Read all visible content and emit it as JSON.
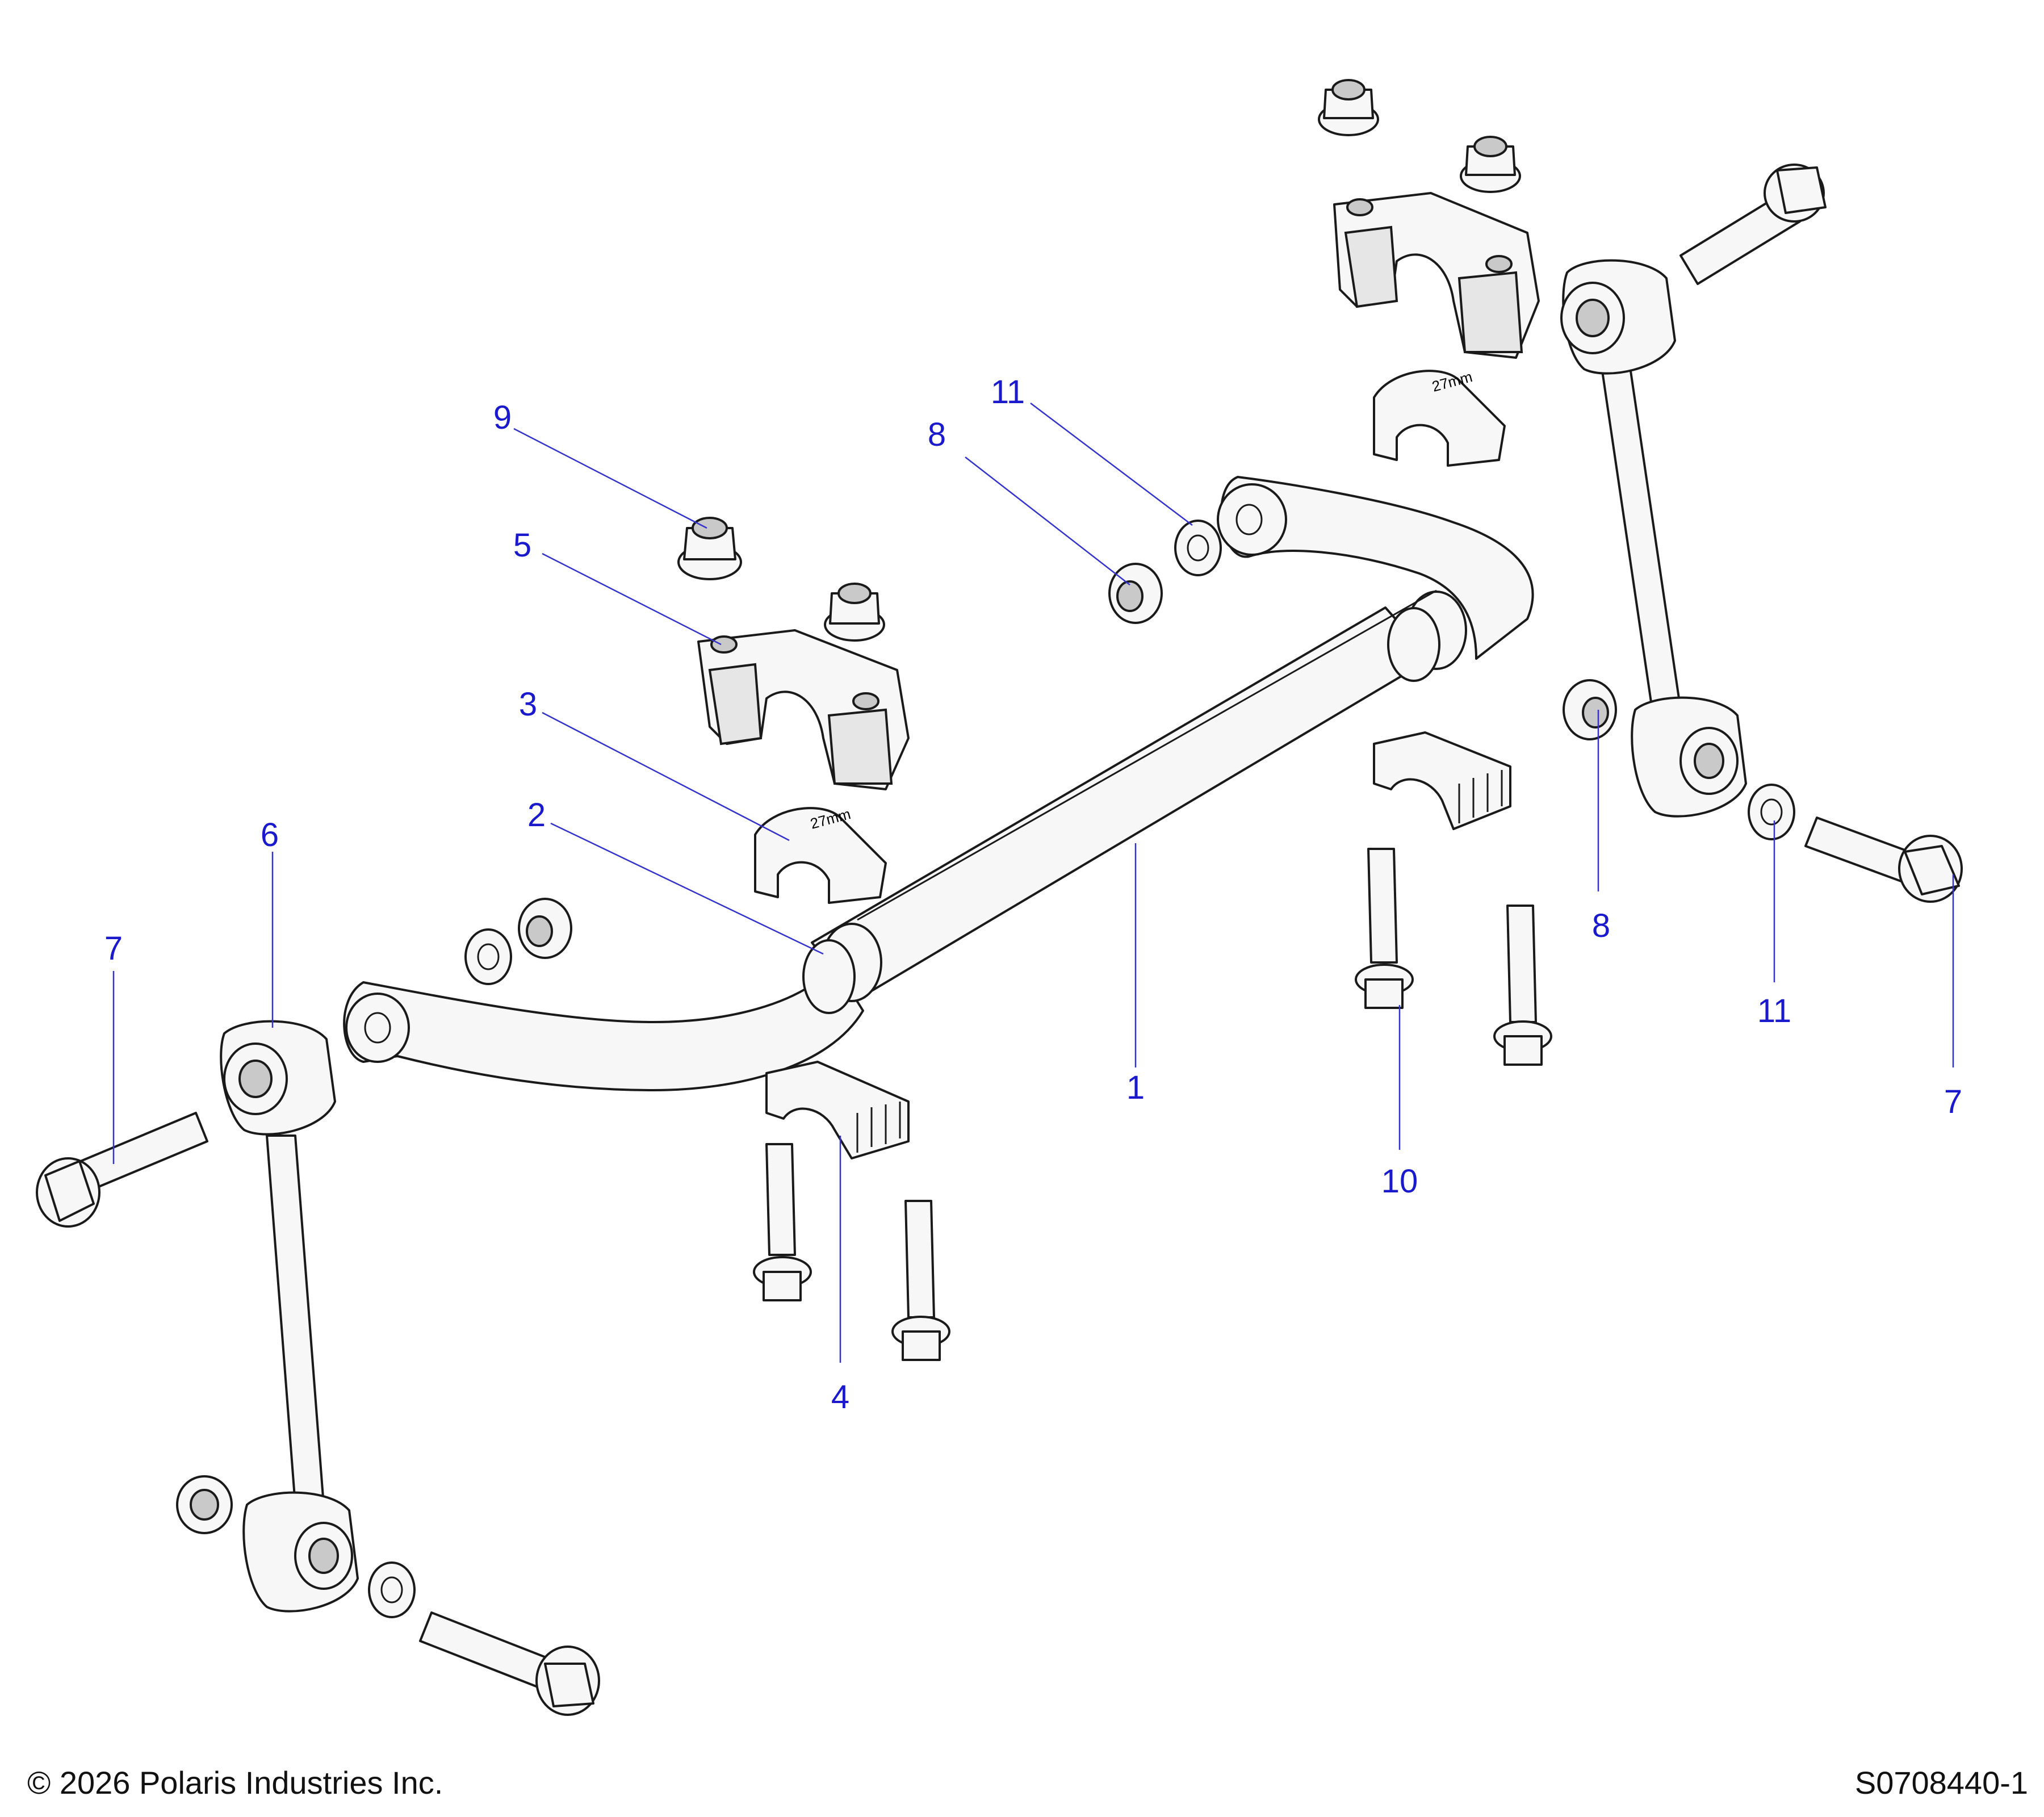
{
  "diagram": {
    "callouts": {
      "c1": "1",
      "c2": "2",
      "c3": "3",
      "c4": "4",
      "c5": "5",
      "c6": "6",
      "c7a": "7",
      "c7b": "7",
      "c8a": "8",
      "c8b": "8",
      "c9": "9",
      "c10": "10",
      "c11a": "11",
      "c11b": "11"
    },
    "bushing_marking": "27mm"
  },
  "footer": {
    "copyright": "© 2026 Polaris Industries Inc.",
    "drawing_number": "S0708440-1"
  }
}
